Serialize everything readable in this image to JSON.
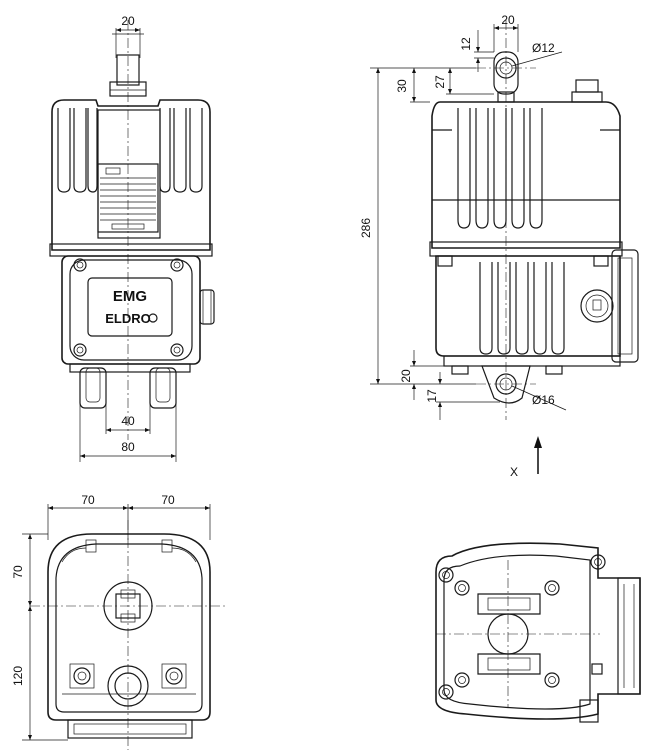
{
  "dimensions": {
    "front_top_shaft_width": "20",
    "front_bottom_lug_spacing": "40",
    "front_bottom_width": "80",
    "side_top_lug_width": "20",
    "side_top_lug_height": "12",
    "side_top_hole_dia": "Ø12",
    "side_top_offset_a": "30",
    "side_top_offset_b": "27",
    "side_overall_height": "286",
    "side_bottom_offset_a": "20",
    "side_bottom_offset_b": "17",
    "side_bottom_hole_dia": "Ø16",
    "bottom_half_width_left": "70",
    "bottom_half_width_right": "70",
    "bottom_upper_height": "70",
    "bottom_lower_height": "120"
  },
  "labels": {
    "view_arrow": "X",
    "brand_plate_top": "EMG",
    "brand_plate_bottom": "ELDRO"
  }
}
